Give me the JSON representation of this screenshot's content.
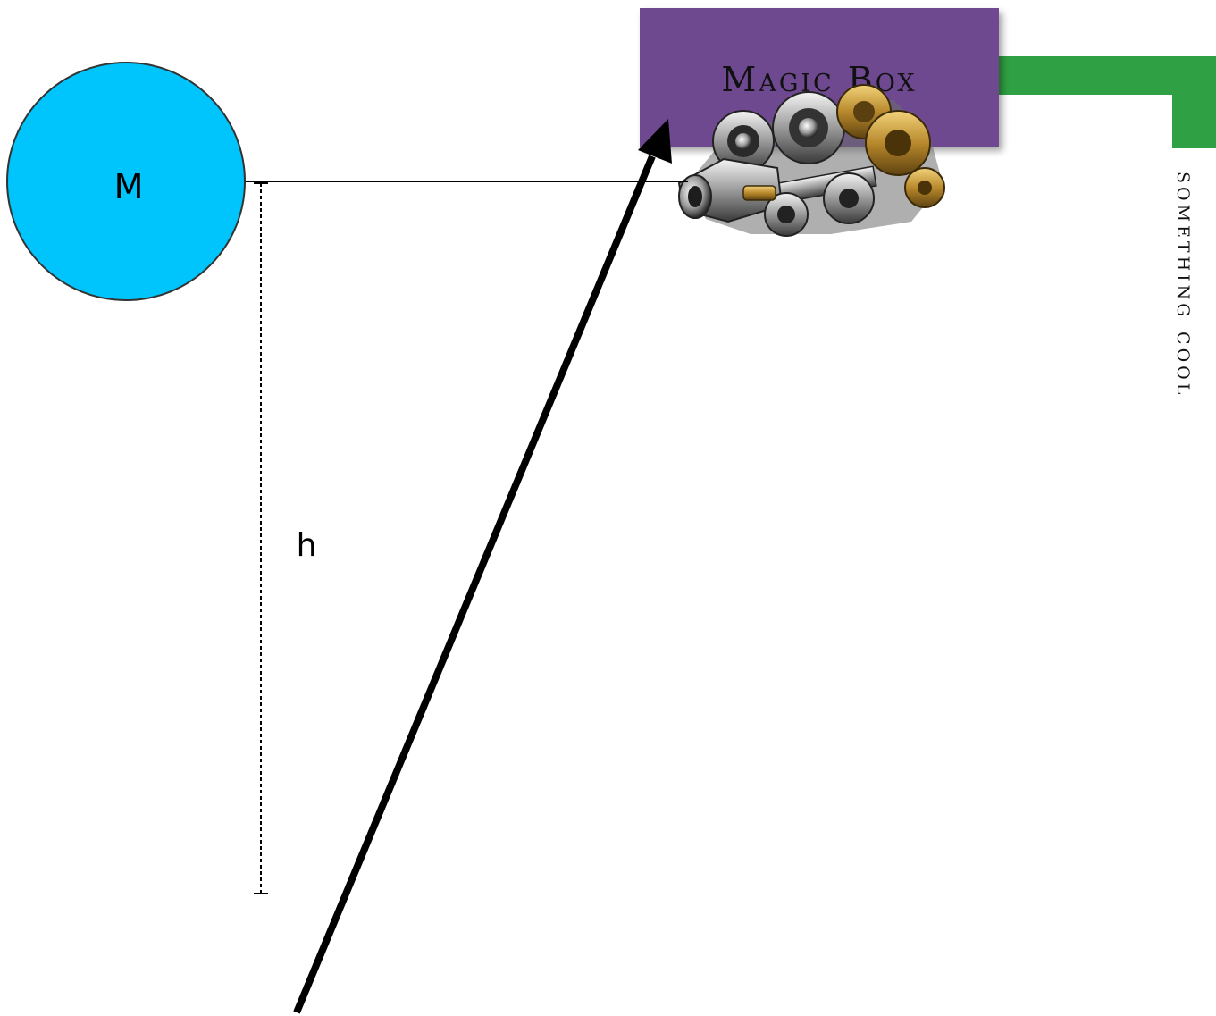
{
  "mass": {
    "label": "M",
    "fill": "#00c4fc"
  },
  "height_label": "h",
  "magic_box": {
    "label": "Magic Box",
    "fill": "#6e4a90",
    "icon": "gearbox-icon"
  },
  "output": {
    "label": "something cool",
    "fill": "#2fa043"
  },
  "arrow": {
    "color": "#000000"
  }
}
